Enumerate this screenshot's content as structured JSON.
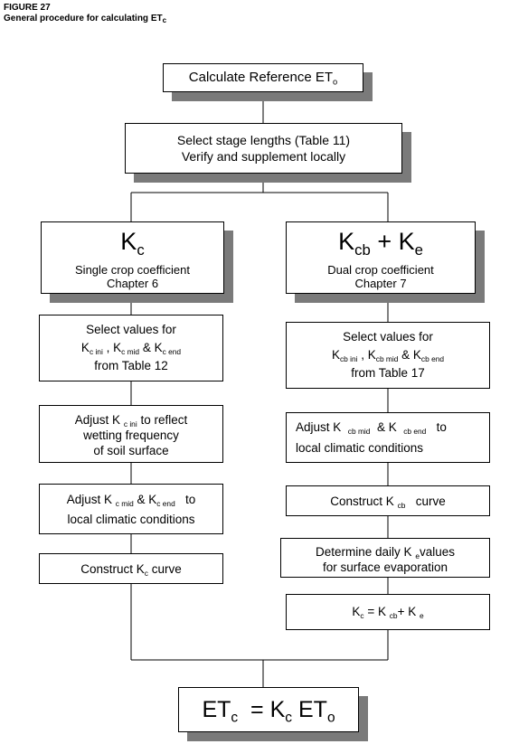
{
  "figure_label": "FIGURE 27",
  "title": {
    "text": "General procedure for calculating ET",
    "sub": "c"
  },
  "boxes": {
    "reference": {
      "text": "Calculate Reference ET",
      "sub": "o"
    },
    "stage": {
      "line1": "Select stage lengths (Table 11)",
      "line2": "Verify and supplement locally"
    },
    "single": {
      "symbol": "K",
      "symbol_sub": "c",
      "line1": "Single crop coefficient",
      "line2": "Chapter 6"
    },
    "dual": {
      "symbol1": "K",
      "symbol1_sub": "cb",
      "plus": "+ K",
      "symbol2_sub": "e",
      "line1": "Dual crop coefficient",
      "line2": "Chapter 7"
    },
    "left_select": {
      "line1": "Select values for",
      "k": "K",
      "s1": "c ini",
      "comma": ", K",
      "s2": "c mid",
      "amp": "& K",
      "s3": "c end",
      "line3": "from Table 12"
    },
    "left_adjust_ini": {
      "a": "Adjust K",
      "sub": "c ini",
      "b": "to reflect",
      "line2": "wetting frequency",
      "line3": "of soil surface"
    },
    "left_adjust_mid": {
      "a": "Adjust K",
      "s1": "c mid",
      "amp": "& K",
      "s2": "c end",
      "to": "to",
      "line2": "local climatic conditions"
    },
    "left_construct": {
      "a": "Construct K",
      "sub": "c",
      "b": "curve"
    },
    "right_select": {
      "line1": "Select values for",
      "k": "K",
      "s1": "cb ini",
      "comma": ", K",
      "s2": "cb mid",
      "amp": "& K",
      "s3": "cb end",
      "line3": "from Table 17"
    },
    "right_adjust": {
      "a": "Adjust K",
      "s1": "cb mid",
      "amp": "& K",
      "s2": "cb end",
      "to": "to",
      "line2": "local climatic conditions"
    },
    "right_construct": {
      "a": "Construct K",
      "sub": "cb",
      "b": "curve"
    },
    "right_determine": {
      "a": "Determine daily K",
      "sub": "e",
      "b": "values",
      "line2": "for surface evaporation"
    },
    "right_sum": {
      "k1": "K",
      "s1": "c",
      "eq": "= K",
      "s2": "cb",
      "plus": "+ K",
      "s3": "e"
    },
    "final": {
      "et": "ET",
      "s1": "c",
      "eq": "= K",
      "s2": "c",
      "et2": "ET",
      "s3": "o"
    }
  }
}
